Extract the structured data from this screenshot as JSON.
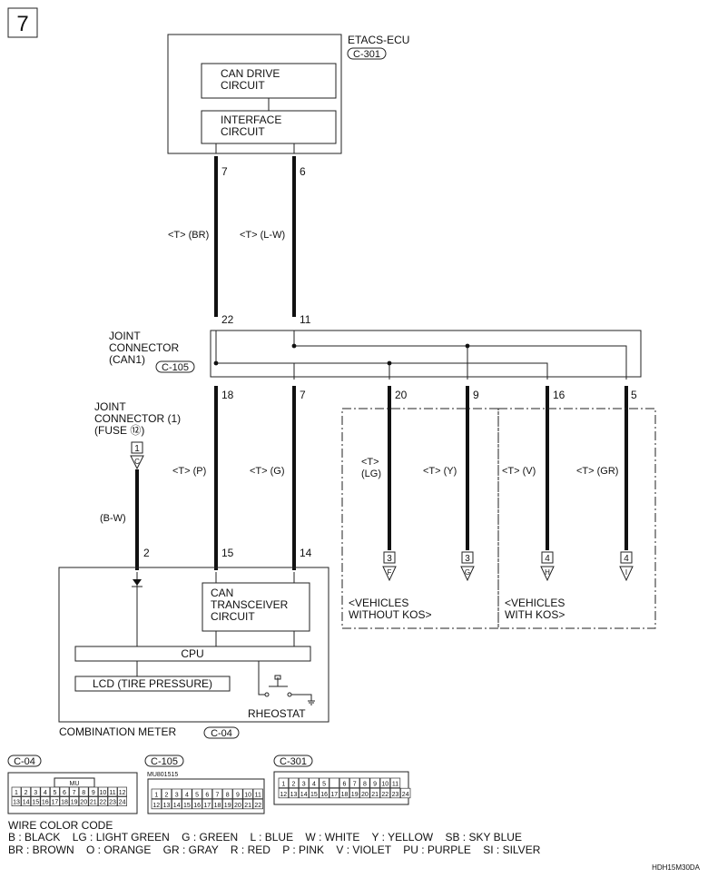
{
  "page_number": "7",
  "etacs": {
    "title": "ETACS-ECU",
    "connector": "C-301",
    "blocks": [
      "CAN DRIVE\nCIRCUIT",
      "INTERFACE\nCIRCUIT"
    ],
    "pins": [
      "7",
      "6"
    ]
  },
  "upper_wires": [
    "<T> (BR)",
    "<T> (L-W)"
  ],
  "joint_can": {
    "label": "JOINT\nCONNECTOR\n(CAN1)",
    "connector": "C-105",
    "top_pins": [
      "22",
      "11"
    ],
    "bottom_pins": [
      "18",
      "7",
      "20",
      "9",
      "16",
      "5"
    ]
  },
  "joint_fuse": {
    "label": "JOINT\nCONNECTOR (1)\n(FUSE ⑫)",
    "page": "1",
    "letter": "C",
    "wire": "(B-W)",
    "pin": "2"
  },
  "lower_wires": [
    "<T> (P)",
    "<T> (G)",
    "<T>\n(LG)",
    "<T> (Y)",
    "<T> (V)",
    "<T> (GR)"
  ],
  "offpage": [
    {
      "page": "3",
      "letter": "F"
    },
    {
      "page": "3",
      "letter": "G"
    },
    {
      "page": "4",
      "letter": "H"
    },
    {
      "page": "4",
      "letter": "I"
    }
  ],
  "groups": [
    "<VEHICLES\nWITHOUT KOS>",
    "<VEHICLES\nWITH KOS>"
  ],
  "meter": {
    "title": "COMBINATION METER",
    "connector": "C-04",
    "pins": [
      "15",
      "14"
    ],
    "transceiver": "CAN\nTRANSCEIVER\nCIRCUIT",
    "cpu": "CPU",
    "lcd": "LCD (TIRE PRESSURE)",
    "rheostat": "RHEOSTAT"
  },
  "connector_views": [
    {
      "name": "C-04",
      "part": "MU",
      "rows": [
        [
          "1",
          "2",
          "3",
          "4",
          "5",
          "6",
          "7",
          "8",
          "9",
          "10",
          "11",
          "12"
        ],
        [
          "13",
          "14",
          "15",
          "16",
          "17",
          "18",
          "19",
          "20",
          "21",
          "22",
          "23",
          "24"
        ]
      ]
    },
    {
      "name": "C-105",
      "part": "MU801515",
      "rows": [
        [
          "1",
          "2",
          "3",
          "4",
          "5",
          "6",
          "7",
          "8",
          "9",
          "10",
          "11"
        ],
        [
          "12",
          "13",
          "14",
          "15",
          "16",
          "17",
          "18",
          "19",
          "20",
          "21",
          "22"
        ]
      ]
    },
    {
      "name": "C-301",
      "part": "",
      "rows": [
        [
          "1",
          "2",
          "3",
          "4",
          "5",
          "",
          "6",
          "7",
          "8",
          "9",
          "10",
          "11"
        ],
        [
          "12",
          "13",
          "14",
          "15",
          "16",
          "17",
          "18",
          "19",
          "20",
          "21",
          "22",
          "23",
          "24"
        ]
      ]
    }
  ],
  "legend": {
    "title": "WIRE COLOR CODE",
    "line1": "B : BLACK    LG : LIGHT GREEN    G : GREEN    L : BLUE    W : WHITE    Y : YELLOW    SB : SKY BLUE",
    "line2": "BR : BROWN    O : ORANGE    GR : GRAY    R : RED    P : PINK    V : VIOLET    PU : PURPLE    SI : SILVER"
  },
  "figure_code": "HDH15M30DA"
}
